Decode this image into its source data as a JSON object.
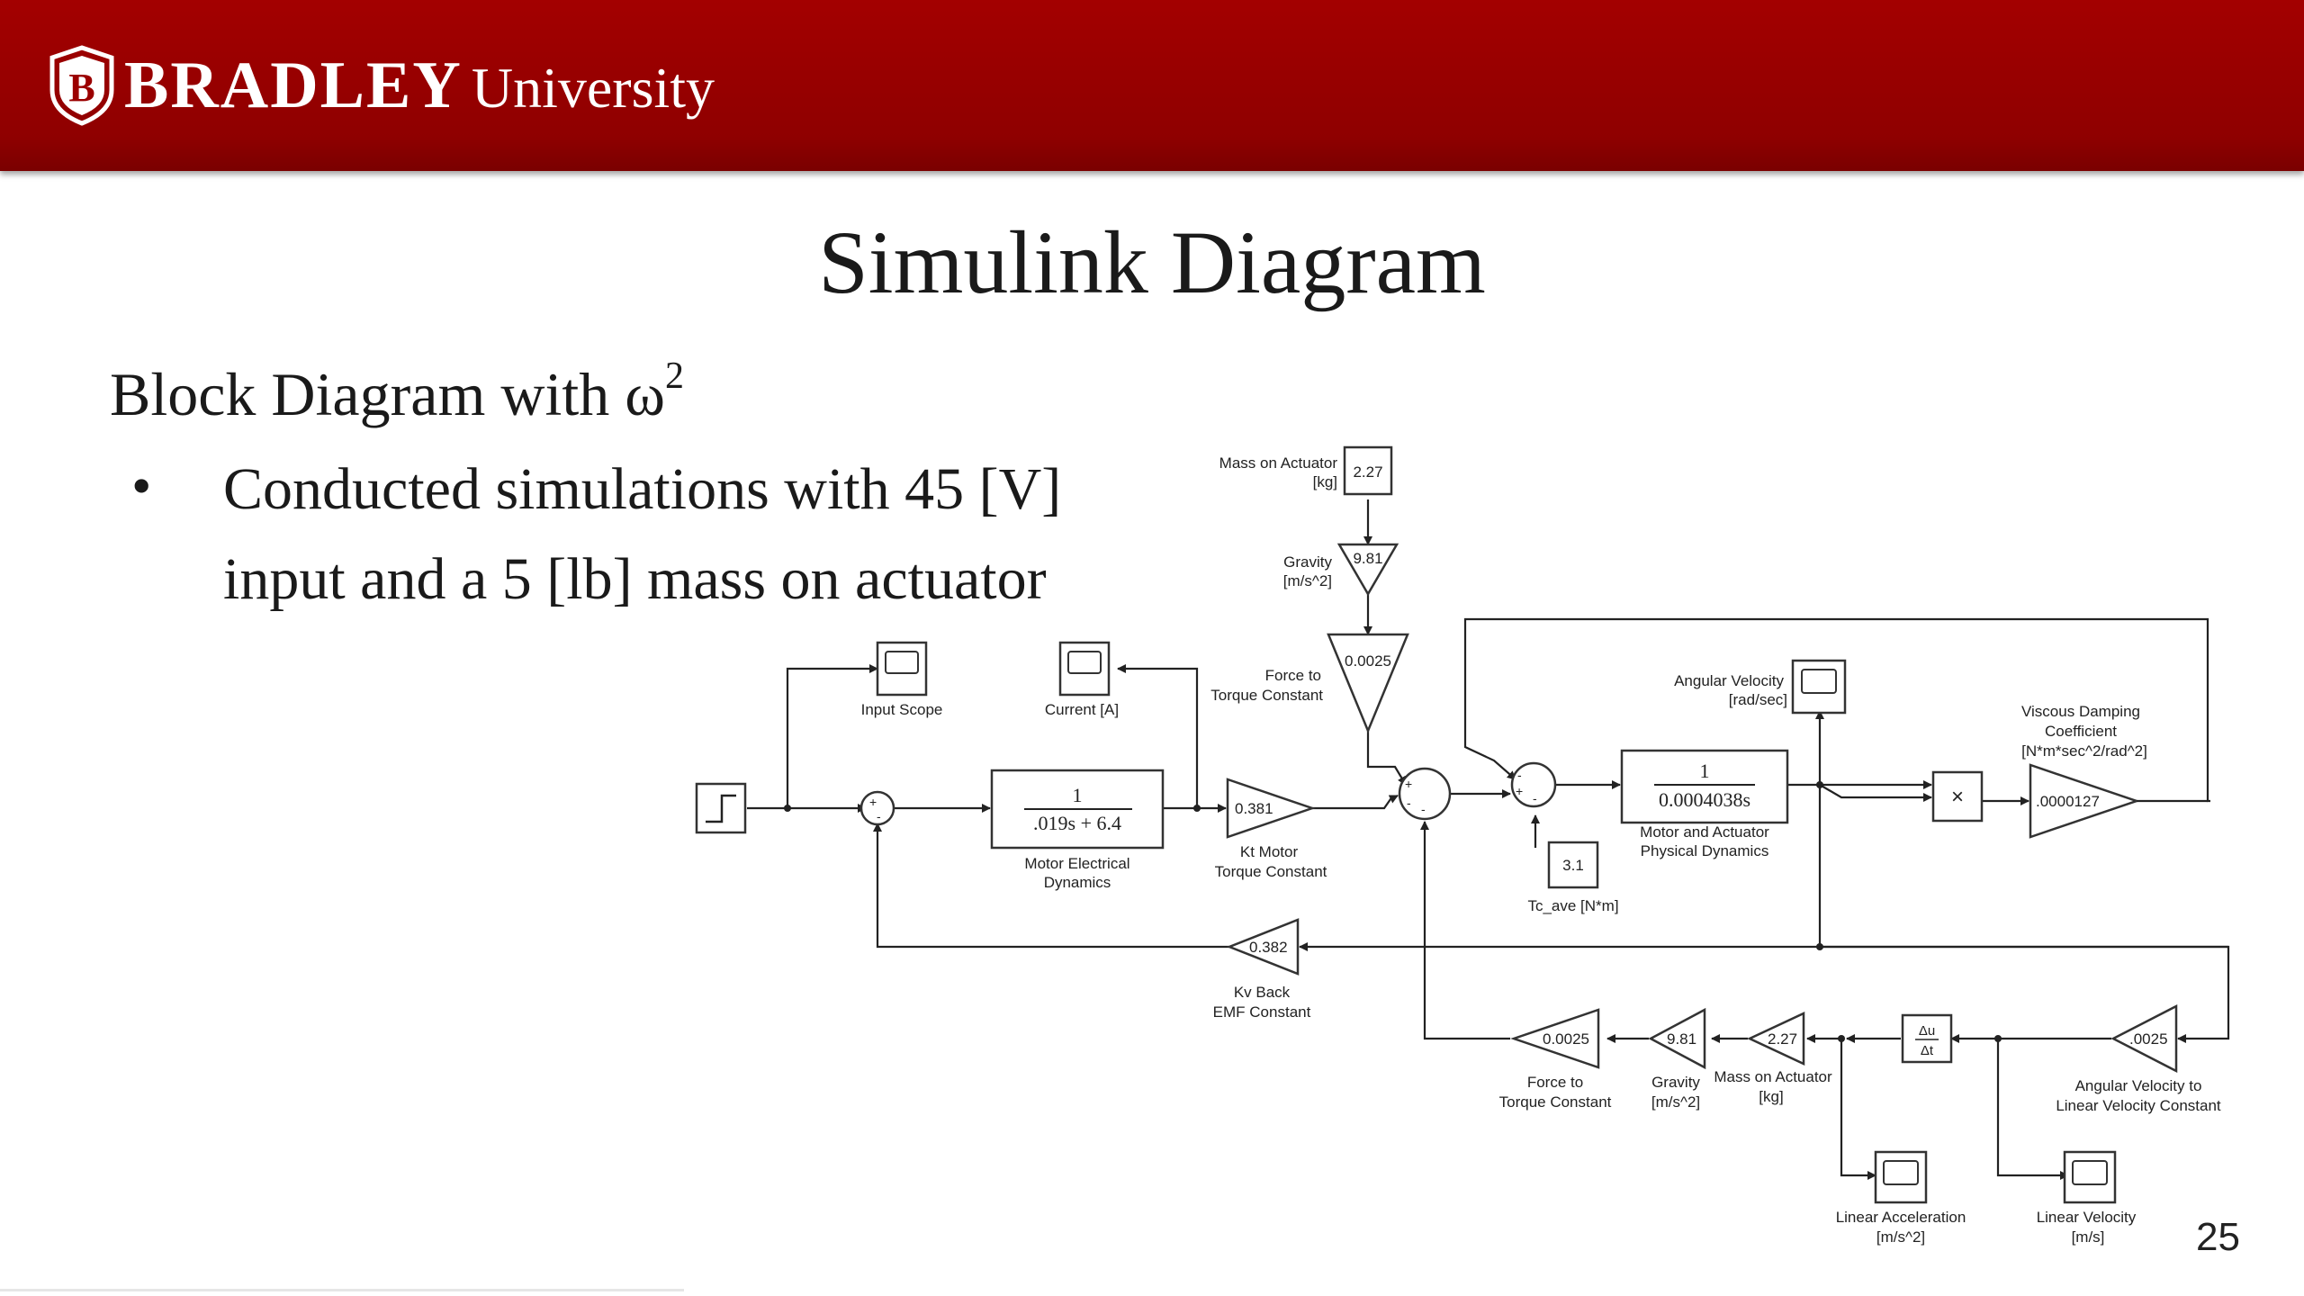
{
  "header": {
    "logo_bold": "BRADLEY",
    "logo_light": "University",
    "logo_letter": "B"
  },
  "slide": {
    "title": "Simulink Diagram",
    "heading": "Block Diagram with ω",
    "heading_sup": "2",
    "bullet_dot": "•",
    "bullet_line1": "Conducted simulations with 45 [V]",
    "bullet_line2": "input and a 5 [lb] mass on actuator",
    "page_number": "25"
  },
  "diagram": {
    "mass_top": {
      "label1": "Mass on Actuator",
      "label2": "[kg]",
      "value": "2.27"
    },
    "gravity_top": {
      "label1": "Gravity",
      "label2": "[m/s^2]",
      "value": "9.81"
    },
    "force_top": {
      "label1": "Force to",
      "label2": "Torque Constant",
      "value": "0.0025"
    },
    "input_scope": {
      "label": "Input Scope"
    },
    "current_scope": {
      "label": "Current [A]"
    },
    "angular_scope": {
      "label1": "Angular Velocity",
      "label2": "[rad/sec]"
    },
    "viscous": {
      "label1": "Viscous Damping",
      "label2": "Coefficient",
      "label3": "[N*m*sec^2/rad^2]",
      "value": ".0000127"
    },
    "motor_elec": {
      "num": "1",
      "den": ".019s + 6.4",
      "label1": "Motor Electrical",
      "label2": "Dynamics"
    },
    "kt": {
      "label1": "Kt Motor",
      "label2": "Torque Constant",
      "value": "0.381"
    },
    "motor_phys": {
      "num": "1",
      "den": "0.0004038s",
      "label1": "Motor and Actuator",
      "label2": "Physical Dynamics"
    },
    "tc": {
      "label": "Tc_ave [N*m]",
      "value": "3.1"
    },
    "kv": {
      "label1": "Kv Back",
      "label2": "EMF Constant",
      "value": "0.382"
    },
    "product_symbol": "×",
    "force_bottom": {
      "label1": "Force to",
      "label2": "Torque Constant",
      "value": "0.0025"
    },
    "gravity_bottom": {
      "label1": "Gravity",
      "label2": "[m/s^2]",
      "value": "9.81"
    },
    "mass_bottom": {
      "label1": "Mass on Actuator",
      "label2": "[kg]",
      "value": "2.27"
    },
    "derivative": {
      "num": "Δu",
      "den": "Δt"
    },
    "ang_to_lin": {
      "label1": "Angular Velocity to",
      "label2": "Linear Velocity Constant",
      "value": ".0025"
    },
    "lin_acc_scope": {
      "label1": "Linear Acceleration",
      "label2": "[m/s^2]"
    },
    "lin_vel_scope": {
      "label1": "Linear Velocity",
      "label2": "[m/s]"
    }
  }
}
